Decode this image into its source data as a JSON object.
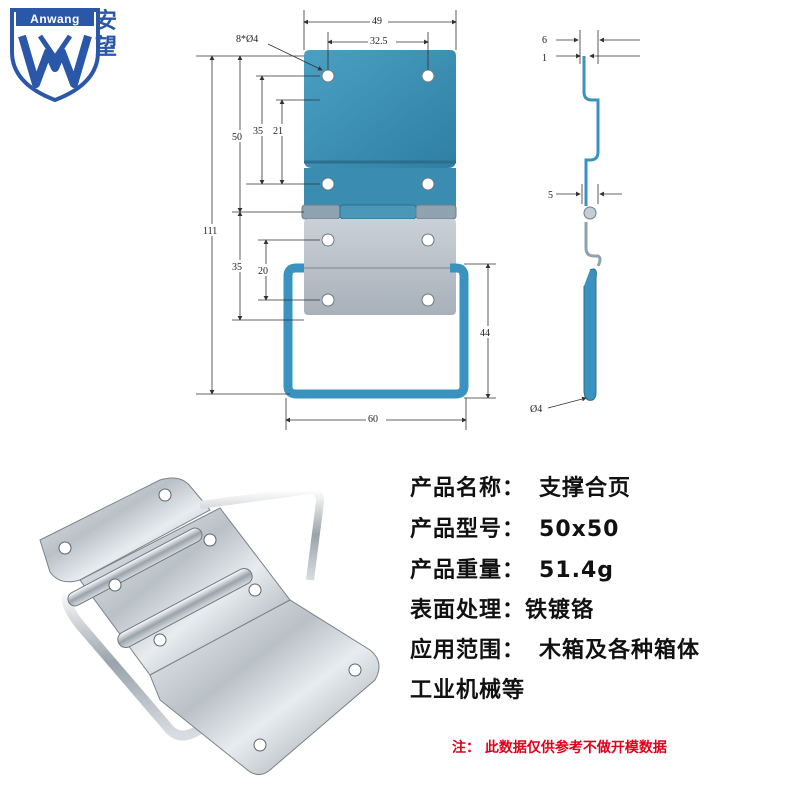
{
  "brand": {
    "name_en": "Anwang",
    "name_cn_1": "安",
    "name_cn_2": "望",
    "color": "#2a57a8"
  },
  "drawing": {
    "front": {
      "top_width": "49",
      "hole_spacing": "32.5",
      "holes": "8*Ø4",
      "total_height": "111",
      "upper_height": "50",
      "upper_hole_offset": "35",
      "upper_hole_spacing": "21",
      "lower_hole_offset": "35",
      "lower_hole_spacing": "20",
      "handle_height": "44",
      "handle_width": "60"
    },
    "side": {
      "dim_6": "6",
      "dim_1": "1",
      "dim_5": "5",
      "wire": "Ø4"
    },
    "colors": {
      "upper_plate": "#3a8fb0",
      "lower_plate": "#b5bdc6",
      "handle": "#3a93bf",
      "dim_line": "#333333"
    }
  },
  "specs": [
    {
      "label": "产品名称：",
      "value": "支撑合页"
    },
    {
      "label": "产品型号：",
      "value": "50x50"
    },
    {
      "label": "产品重量：",
      "value": "51.4g"
    },
    {
      "label": "表面处理：",
      "value": "铁镀铬"
    },
    {
      "label": "应用范围：",
      "value": "木箱及各种箱体"
    },
    {
      "label": "",
      "value": "工业机械等"
    }
  ],
  "note": "注： 此数据仅供参考不做开模数据"
}
